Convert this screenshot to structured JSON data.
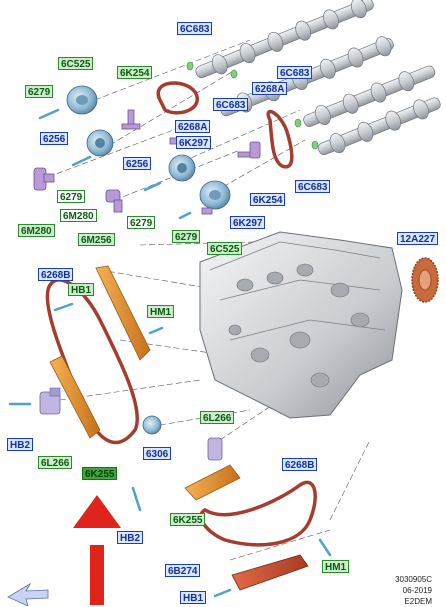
{
  "labels": {
    "c6c683_top": "6C683",
    "c6c525_top": "6C525",
    "c6k254_top": "6K254",
    "c6279_a": "6279",
    "c6c683_mid": "6C683",
    "c6268a": "6268A",
    "c6c683_right": "6C683",
    "c6268a_mid": "6268A",
    "c6k297_top": "6K297",
    "c6256_left": "6256",
    "c6256_mid": "6256",
    "c6279_b": "6279",
    "c6k254_right": "6K254",
    "c6m280_mid": "6M280",
    "c6279_c": "6279",
    "c6c683_far": "6C683",
    "c6m280_left": "6M280",
    "c6279_d": "6279",
    "c6k297_bot": "6K297",
    "c6c525_bot": "6C525",
    "c6m256": "6M256",
    "c12a227": "12A227",
    "c6268b_left": "6268B",
    "hb1_top": "HB1",
    "hm1_top": "HM1",
    "hb2_left": "HB2",
    "c6l266_left": "6L266",
    "c6306": "6306",
    "c6l266_mid": "6L266",
    "c6k255_main": "6K255",
    "c6268b_bot": "6268B",
    "c6k255_bot": "6K255",
    "hb2_bot": "HB2",
    "c6b274": "6B274",
    "hm1_bot": "HM1",
    "hb1_bot": "HB1"
  },
  "footer": {
    "code": "3030905C",
    "date": "06-2019",
    "ref": "E2DEM"
  },
  "colors": {
    "label_blue_bg": "#dbe7f7",
    "label_blue_border": "#1b3fae",
    "label_green_bg": "#cdeccb",
    "label_highlight": "#3ea83e",
    "arrow_red": "#e0241c",
    "chain": "#a53d2e",
    "guide_orange": "#e0902c"
  },
  "icons": [
    "red-arrow-icon",
    "view-direction-arrow-icon"
  ]
}
